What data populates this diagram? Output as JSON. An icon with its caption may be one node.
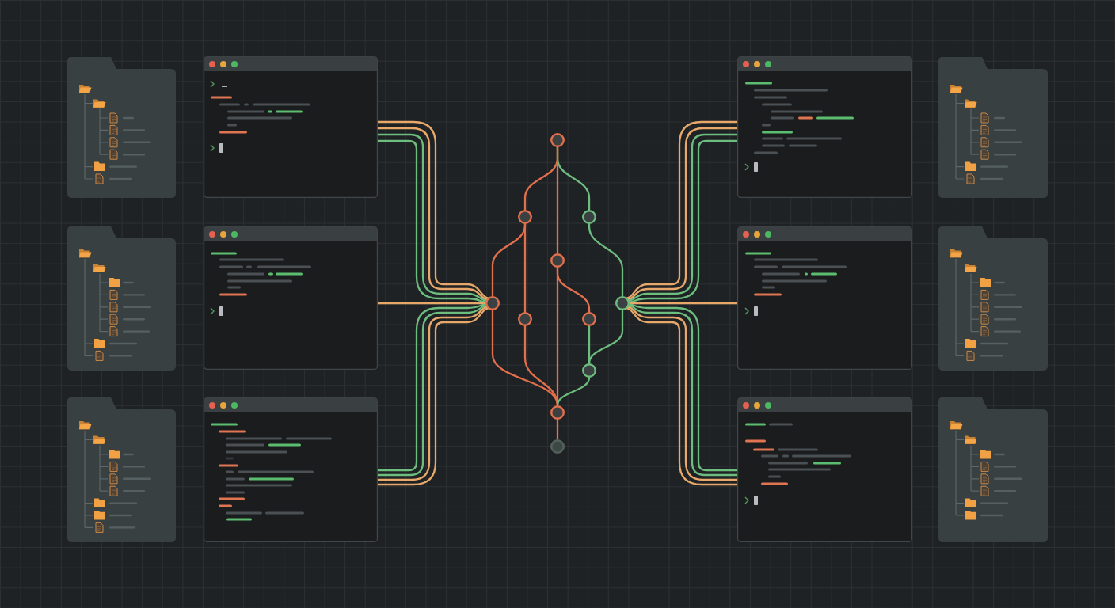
{
  "diagram": {
    "nodes": [
      {
        "text": [],
        "shape": "window"
      },
      {
        "text": [],
        "shape": "window"
      },
      {
        "text": [],
        "shape": "window"
      },
      {
        "text": [],
        "shape": "circle"
      },
      {
        "text": [],
        "shape": "circle"
      },
      {
        "text": [],
        "shape": "circle"
      },
      {
        "text": [],
        "shape": "circle"
      },
      {
        "text": [],
        "shape": "circle"
      },
      {
        "text": [],
        "shape": "circle"
      },
      {
        "text": [],
        "shape": "circle"
      },
      {
        "text": [],
        "shape": "circle"
      },
      {
        "text": [],
        "shape": "circle"
      },
      {
        "text": [],
        "shape": "circle"
      },
      {
        "text": [],
        "shape": "circle"
      },
      {
        "text": [],
        "shape": "window"
      },
      {
        "text": [],
        "shape": "window"
      },
      {
        "text": [],
        "shape": "window"
      }
    ],
    "edges": [
      {
        "from": 3,
        "to": 4,
        "arrow": "none",
        "color": "#e2704c"
      },
      {
        "from": 3,
        "to": 5,
        "arrow": "none",
        "color": "#6cbd7e"
      },
      {
        "from": 3,
        "to": 6,
        "arrow": "none",
        "color": "#e2704c"
      },
      {
        "from": 4,
        "to": 7,
        "arrow": "none",
        "color": "#e2704c"
      },
      {
        "from": 4,
        "to": 9,
        "arrow": "none",
        "color": "#e2704c"
      },
      {
        "from": 5,
        "to": 8,
        "arrow": "none",
        "color": "#6cbd7e"
      },
      {
        "from": 6,
        "to": 10,
        "arrow": "none",
        "color": "#e2704c"
      },
      {
        "from": 6,
        "to": 12,
        "arrow": "none",
        "color": "#e2704c"
      },
      {
        "from": 7,
        "to": 12,
        "arrow": "none",
        "color": "#e2704c"
      },
      {
        "from": 9,
        "to": 12,
        "arrow": "none",
        "color": "#e2704c"
      },
      {
        "from": 8,
        "to": 11,
        "arrow": "none",
        "color": "#6cbd7e"
      },
      {
        "from": 10,
        "to": 11,
        "arrow": "none",
        "color": "#6cbd7e"
      },
      {
        "from": 11,
        "to": 12,
        "arrow": "none",
        "color": "#6cbd7e"
      },
      {
        "from": 12,
        "to": 13,
        "arrow": "none",
        "color": "#e2704c"
      },
      {
        "from": 0,
        "to": 7,
        "arrow": "none",
        "color": "#e8a86a"
      },
      {
        "from": 0,
        "to": 7,
        "arrow": "none",
        "color": "#e8a86a"
      },
      {
        "from": 0,
        "to": 7,
        "arrow": "none",
        "color": "#6cbd7e"
      },
      {
        "from": 0,
        "to": 7,
        "arrow": "none",
        "color": "#6cbd7e"
      },
      {
        "from": 1,
        "to": 7,
        "arrow": "none",
        "color": "#e8a86a"
      },
      {
        "from": 2,
        "to": 7,
        "arrow": "none",
        "color": "#6cbd7e"
      },
      {
        "from": 2,
        "to": 7,
        "arrow": "none",
        "color": "#6cbd7e"
      },
      {
        "from": 2,
        "to": 7,
        "arrow": "none",
        "color": "#e8a86a"
      },
      {
        "from": 2,
        "to": 7,
        "arrow": "none",
        "color": "#e8a86a"
      },
      {
        "from": 14,
        "to": 8,
        "arrow": "none",
        "color": "#e8a86a"
      },
      {
        "from": 14,
        "to": 8,
        "arrow": "none",
        "color": "#e8a86a"
      },
      {
        "from": 14,
        "to": 8,
        "arrow": "none",
        "color": "#6cbd7e"
      },
      {
        "from": 14,
        "to": 8,
        "arrow": "none",
        "color": "#6cbd7e"
      },
      {
        "from": 15,
        "to": 8,
        "arrow": "none",
        "color": "#e8a86a"
      },
      {
        "from": 16,
        "to": 8,
        "arrow": "none",
        "color": "#6cbd7e"
      },
      {
        "from": 16,
        "to": 8,
        "arrow": "none",
        "color": "#6cbd7e"
      },
      {
        "from": 16,
        "to": 8,
        "arrow": "none",
        "color": "#e8a86a"
      },
      {
        "from": 16,
        "to": 8,
        "arrow": "none",
        "color": "#e8a86a"
      }
    ]
  }
}
